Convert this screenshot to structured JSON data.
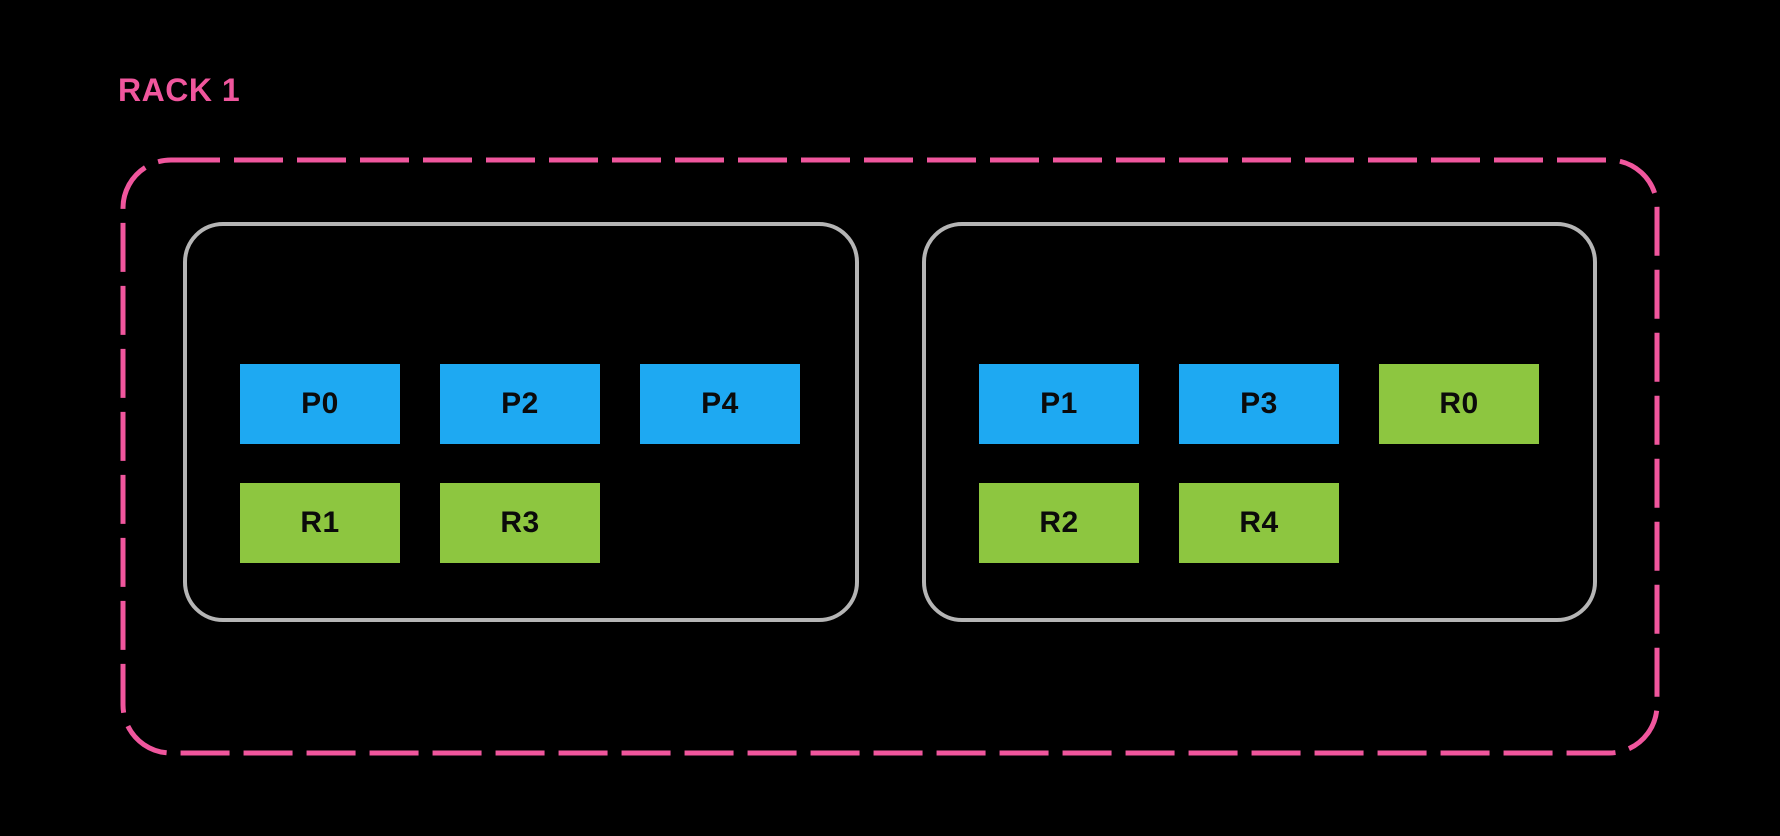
{
  "rack": {
    "label": "RACK 1",
    "nodes": [
      {
        "boxes": [
          {
            "label": "P0",
            "kind": "P"
          },
          {
            "label": "P2",
            "kind": "P"
          },
          {
            "label": "P4",
            "kind": "P"
          },
          {
            "label": "R1",
            "kind": "R"
          },
          {
            "label": "R3",
            "kind": "R"
          }
        ]
      },
      {
        "boxes": [
          {
            "label": "P1",
            "kind": "P"
          },
          {
            "label": "P3",
            "kind": "P"
          },
          {
            "label": "R0",
            "kind": "R"
          },
          {
            "label": "R2",
            "kind": "R"
          },
          {
            "label": "R4",
            "kind": "R"
          }
        ]
      }
    ]
  },
  "colors": {
    "background": "#000000",
    "accent_pink": "#F0569D",
    "partition_blue": "#1EA9F2",
    "replica_green": "#8DC640",
    "node_border_gray": "#B5B5B5",
    "box_text": "#0B0B0B"
  }
}
